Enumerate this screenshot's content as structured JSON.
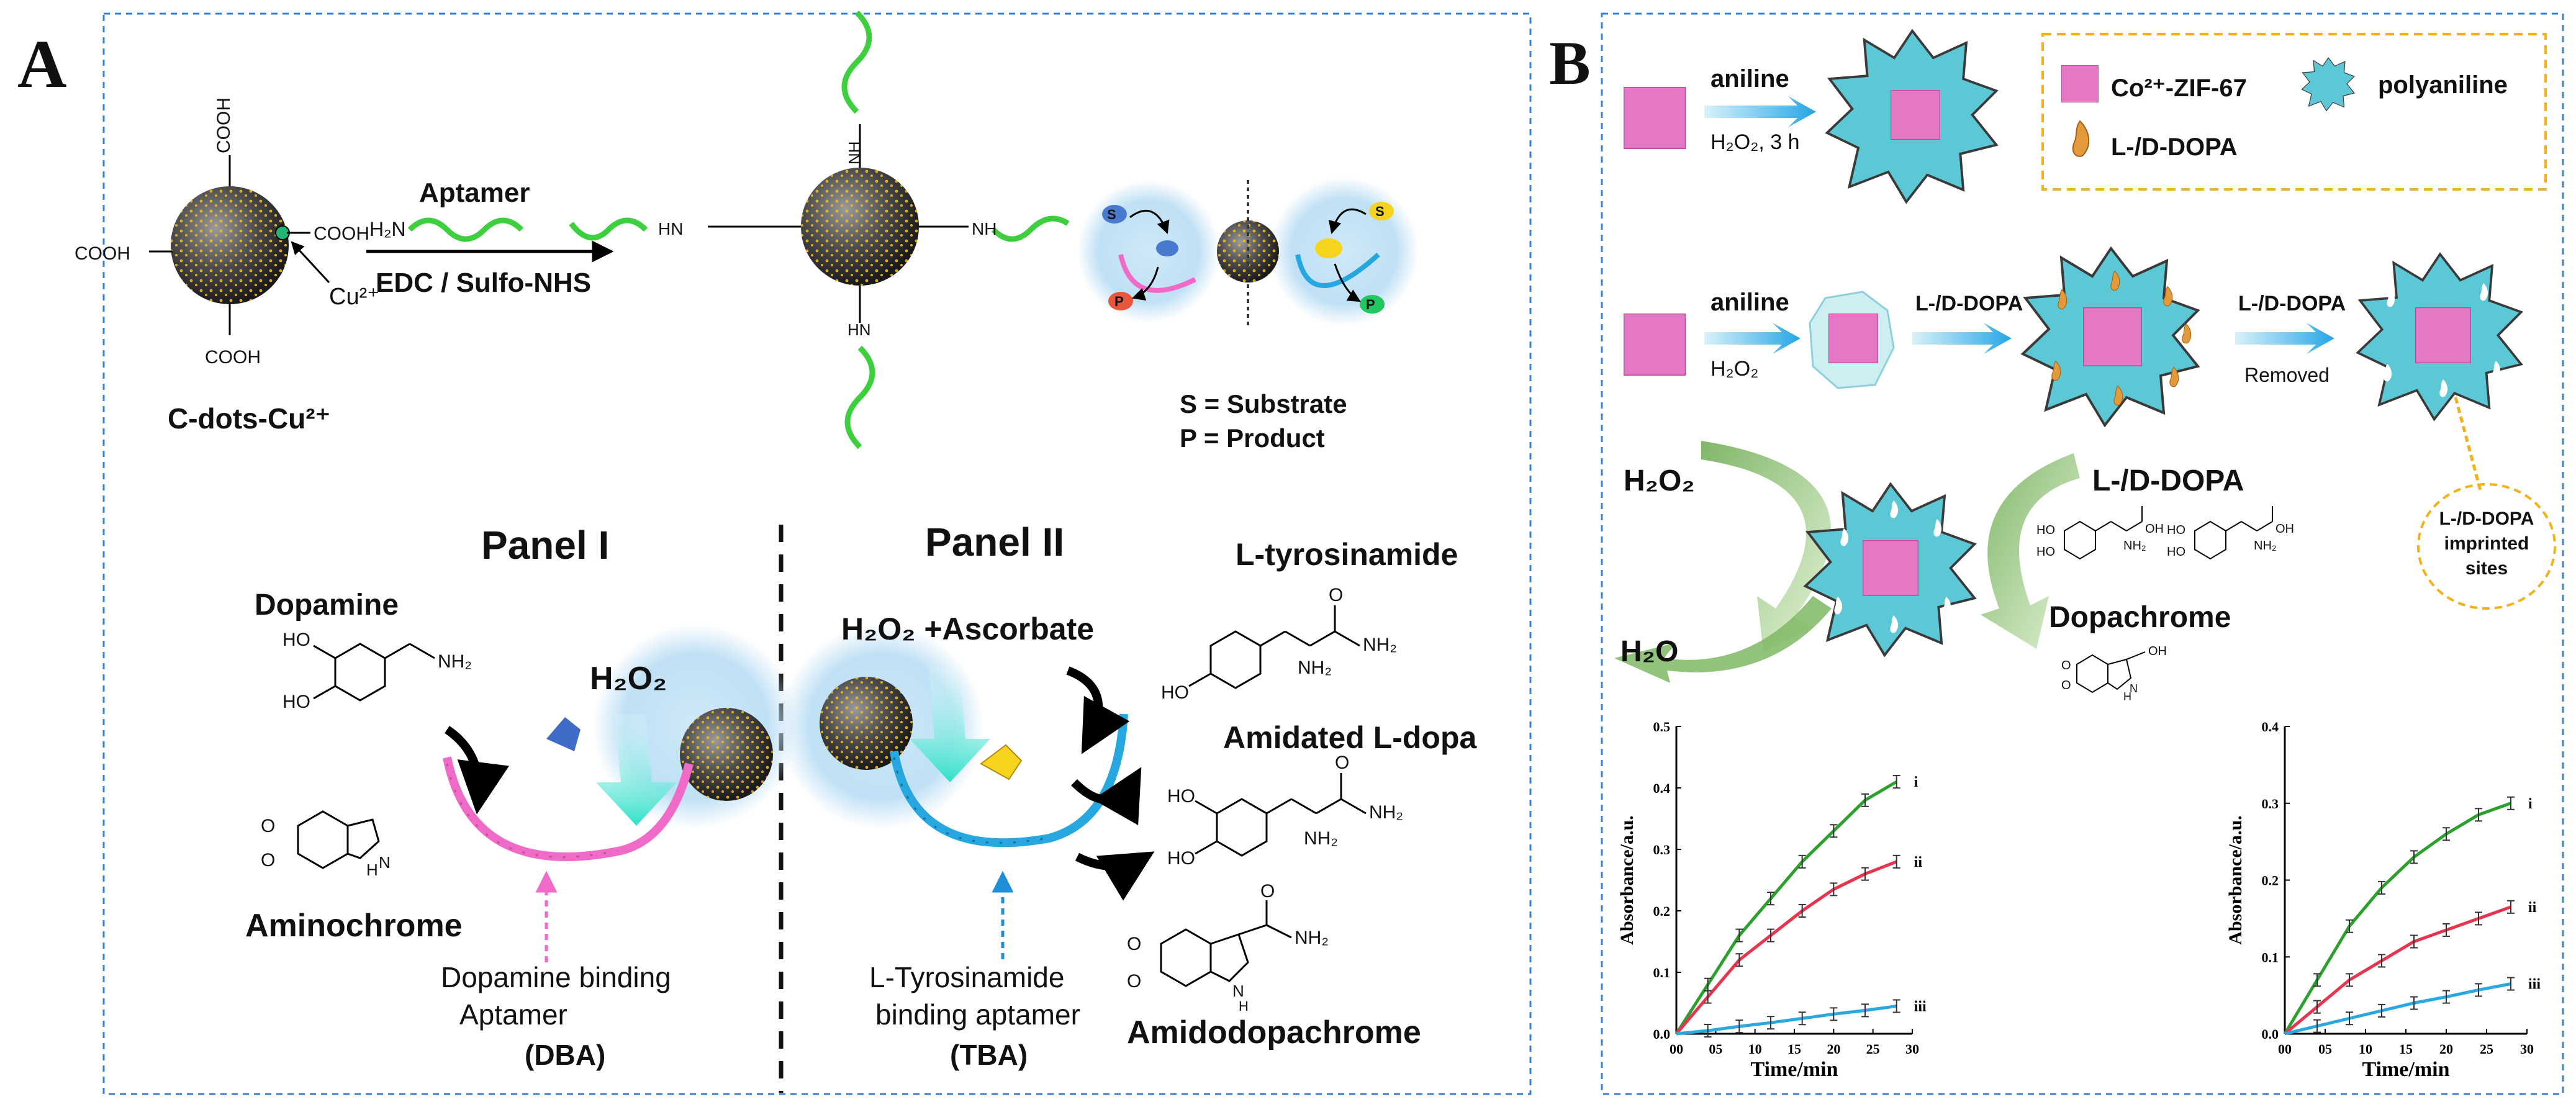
{
  "panel_a": {
    "letter": "A",
    "cdots_label": "C-dots-Cu²⁺",
    "cu_label": "Cu²⁺",
    "aptamer_label": "Aptamer",
    "h2n": "H₂N",
    "reagent_label": "EDC / Sulfo-NHS",
    "substrate_key": "S = Substrate",
    "product_key": "P = Product",
    "s": "S",
    "p": "P",
    "cooh": "COOH",
    "panel1_title": "Panel I",
    "panel2_title": "Panel II",
    "dopamine": "Dopamine",
    "h2o2": "H₂O₂",
    "aminochrome": "Aminochrome",
    "dba_line1": "Dopamine binding",
    "dba_line2": "Aptamer",
    "dba_abbr": "(DBA)",
    "h2o2_ascorbate": "H₂O₂ +Ascorbate",
    "tyrosinamide": "L-tyrosinamide",
    "amidated": "Amidated L-dopa",
    "amidodopachrome": "Amidodopachrome",
    "tba_line1": "L-Tyrosinamide",
    "tba_line2": "binding aptamer",
    "tba_abbr": "(TBA)",
    "ho": "HO",
    "nh2": "NH₂",
    "o": "O",
    "hn": "HN",
    "nh": "NH",
    "h": "H",
    "n": "N"
  },
  "panel_b": {
    "letter": "B",
    "aniline": "aniline",
    "h2o2_3h": "H₂O₂, 3 h",
    "h2o2": "H₂O₂",
    "dopa": "L-/D-DOPA",
    "removed": "Removed",
    "legend_zif": "Co²⁺-ZIF-67",
    "legend_pani": "polyaniline",
    "legend_dopa": "L-/D-DOPA",
    "h2o2_big": "H₂O₂",
    "h2o": "H₂O",
    "dopa_big": "L-/D-DOPA",
    "dopachrome": "Dopachrome",
    "imprint_1": "L-/D-DOPA",
    "imprint_2": "imprinted",
    "imprint_3": "sites",
    "oh": "OH",
    "nh2": "NH₂",
    "o": "O",
    "h": "H",
    "n": "N",
    "ho": "HO"
  },
  "colors": {
    "green": "#2ca02c",
    "red": "#e8344e",
    "blue": "#29a8e0",
    "pink": "#e36fc0",
    "cyan": "#5fc8d8",
    "dash_blue": "#3b7fd0",
    "dash_yellow": "#f2b21b"
  },
  "chart_data": [
    {
      "type": "line",
      "xlabel": "Time/min",
      "ylabel": "Absorbance/a.u.",
      "xlim": [
        0,
        30
      ],
      "ylim": [
        0,
        0.5
      ],
      "x_ticks": [
        "00",
        "05",
        "10",
        "15",
        "20",
        "25",
        "30"
      ],
      "y_ticks": [
        "0.0",
        "0.1",
        "0.2",
        "0.3",
        "0.4",
        "0.5"
      ],
      "grid": false,
      "x": [
        0,
        4,
        8,
        12,
        16,
        20,
        24,
        28
      ],
      "series": [
        {
          "name": "i",
          "color": "#2ca02c",
          "values": [
            0,
            0.08,
            0.16,
            0.22,
            0.28,
            0.33,
            0.38,
            0.41
          ]
        },
        {
          "name": "ii",
          "color": "#e8344e",
          "values": [
            0,
            0.06,
            0.12,
            0.16,
            0.2,
            0.235,
            0.26,
            0.28
          ]
        },
        {
          "name": "iii",
          "color": "#29a8e0",
          "values": [
            0,
            0.005,
            0.012,
            0.018,
            0.025,
            0.032,
            0.038,
            0.045
          ]
        }
      ]
    },
    {
      "type": "line",
      "xlabel": "Time/min",
      "ylabel": "Absorbance/a.u.",
      "xlim": [
        0,
        30
      ],
      "ylim": [
        0,
        0.4
      ],
      "x_ticks": [
        "00",
        "05",
        "10",
        "15",
        "20",
        "25",
        "30"
      ],
      "y_ticks": [
        "0.0",
        "0.1",
        "0.2",
        "0.3",
        "0.4"
      ],
      "grid": false,
      "x": [
        0,
        4,
        8,
        12,
        16,
        20,
        24,
        28
      ],
      "series": [
        {
          "name": "i",
          "color": "#2ca02c",
          "values": [
            0,
            0.07,
            0.14,
            0.19,
            0.23,
            0.26,
            0.285,
            0.3
          ]
        },
        {
          "name": "ii",
          "color": "#e8344e",
          "values": [
            0,
            0.035,
            0.07,
            0.095,
            0.12,
            0.135,
            0.15,
            0.165
          ]
        },
        {
          "name": "iii",
          "color": "#29a8e0",
          "values": [
            0,
            0.01,
            0.02,
            0.03,
            0.04,
            0.048,
            0.057,
            0.065
          ]
        }
      ]
    }
  ]
}
